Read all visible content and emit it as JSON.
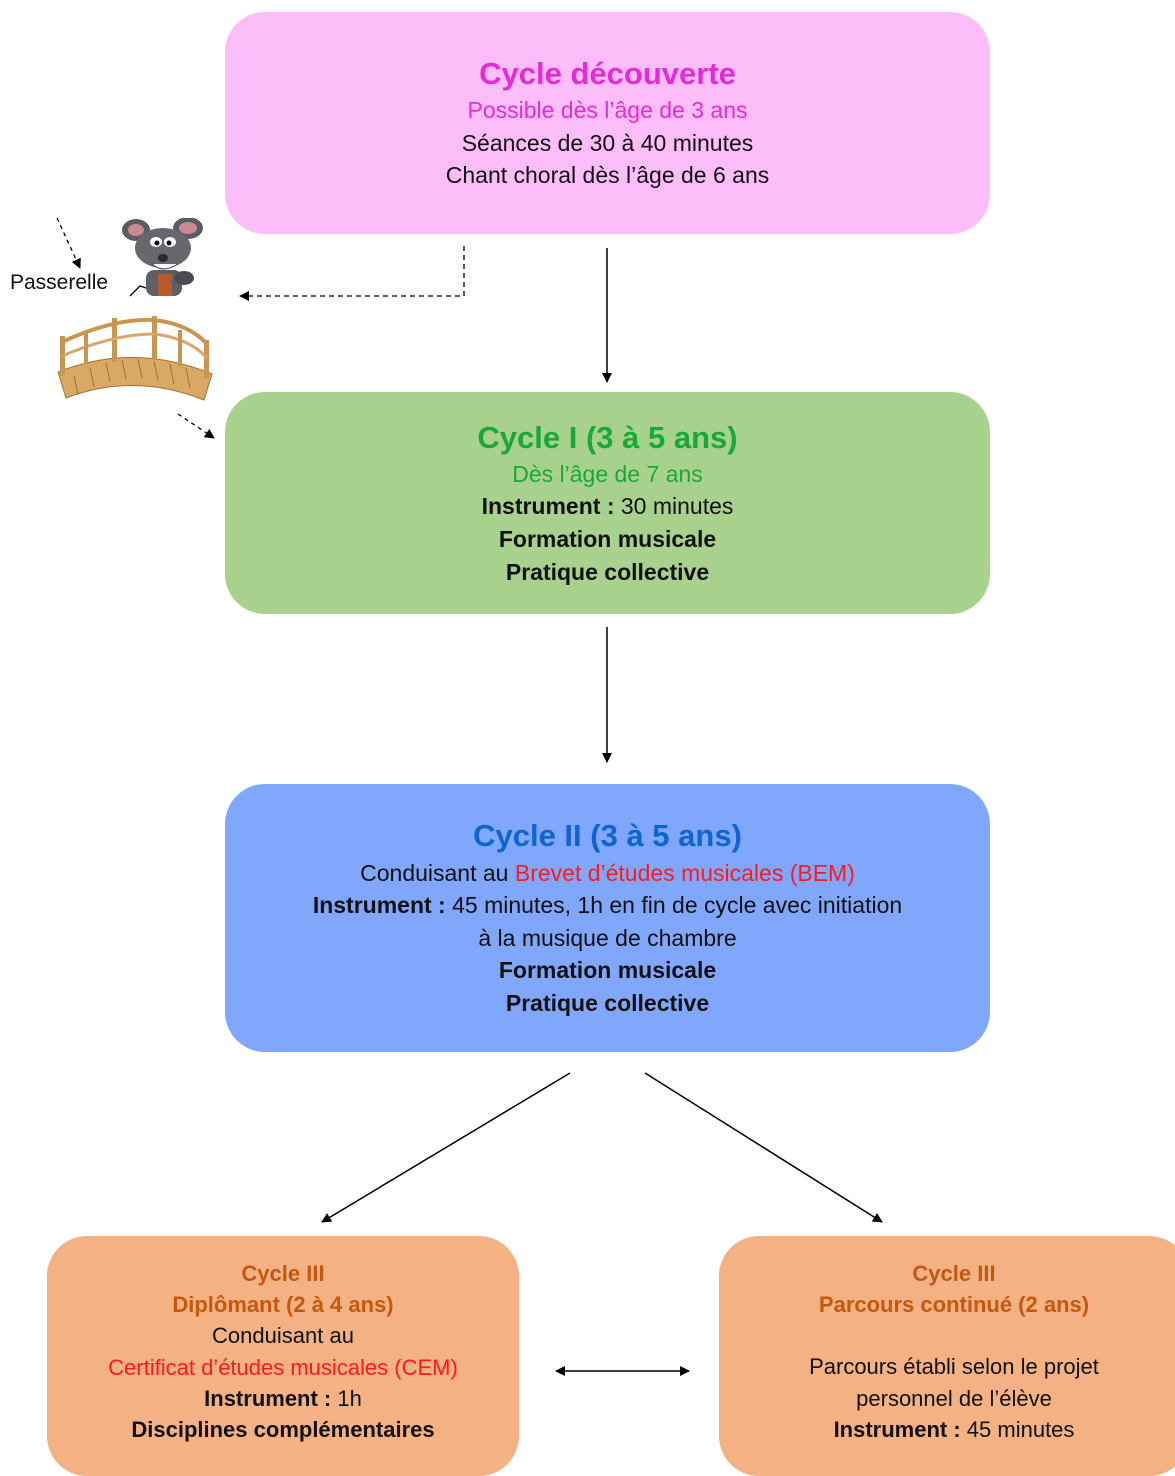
{
  "cycle_decouverte": {
    "title": "Cycle découverte",
    "subtitle": "Possible dès l’âge de 3 ans",
    "line1": "Séances de 30 à 40 minutes",
    "line2": "Chant choral dès l’âge de 6 ans"
  },
  "passerelle": {
    "label": "Passerelle"
  },
  "cycle1": {
    "title": "Cycle I (3 à 5 ans)",
    "subtitle": "Dès l’âge de 7 ans",
    "instrument_label": "Instrument :",
    "instrument_value": " 30 minutes",
    "line_formation": "Formation musicale",
    "line_pratique": "Pratique collective"
  },
  "cycle2": {
    "title": "Cycle II (3 à 5 ans)",
    "conduisant_prefix": "Conduisant au ",
    "diploma": "Brevet d’études musicales (BEM)",
    "instrument_label": "Instrument :",
    "instrument_value": " 45 minutes, 1h en fin de cycle avec initiation",
    "instrument_value_cont": "à la musique de chambre",
    "line_formation": "Formation musicale",
    "line_pratique": "Pratique collective"
  },
  "cycle3_diplomant": {
    "title": "Cycle III",
    "subtitle": "Diplômant (2 à 4 ans)",
    "conduisant": "Conduisant au",
    "diploma": "Certificat d’études musicales (CEM)",
    "instrument_label": "Instrument :",
    "instrument_value": " 1h",
    "line_disciplines": "Disciplines complémentaires"
  },
  "cycle3_parcours": {
    "title": "Cycle III",
    "subtitle": "Parcours continué (2 ans)",
    "line1": "Parcours établi selon le projet",
    "line2": "personnel de l’élève",
    "instrument_label": "Instrument :",
    "instrument_value": " 45 minutes"
  },
  "colors": {
    "decouverte_bg": "#fdbdf8",
    "decouverte_title": "#e52bd8",
    "cycle1_bg": "#a8d18d",
    "cycle1_title": "#1aa838",
    "cycle2_bg": "#80a7fb",
    "cycle2_title": "#0e65cf",
    "cycle3_bg": "#f4b183",
    "cycle3_title": "#c5580f",
    "diploma_red": "#ff1a1a"
  },
  "icons": {
    "mascot": "cartoon-rat-icon",
    "bridge": "wooden-bridge-icon"
  }
}
